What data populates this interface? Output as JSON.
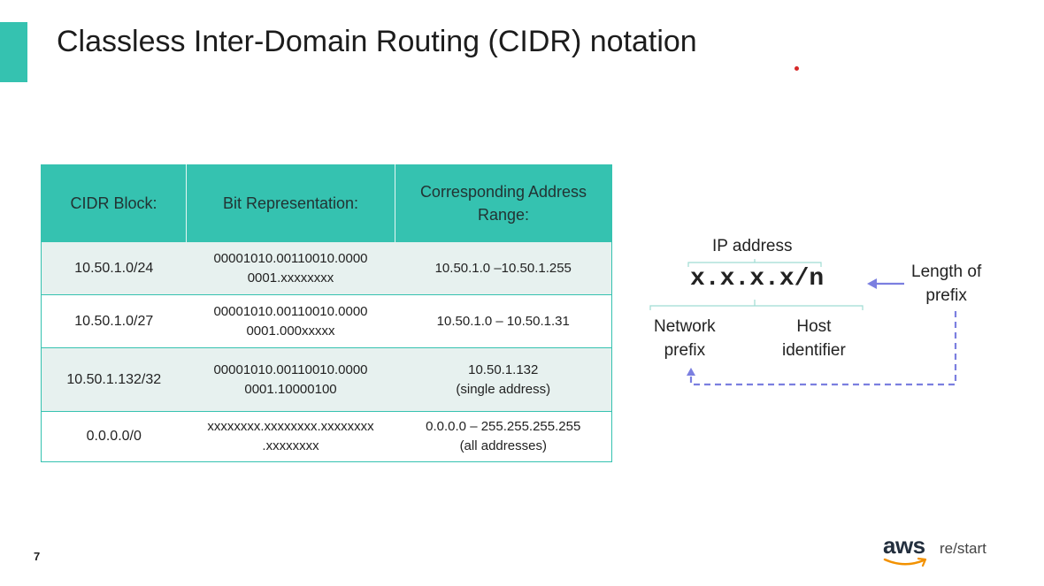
{
  "slide": {
    "title": "Classless Inter-Domain Routing (CIDR) notation",
    "page_number": "7",
    "accent_color": "#35c2b0"
  },
  "table": {
    "headers": [
      "CIDR Block:",
      "Bit Representation:",
      "Corresponding Address Range:"
    ],
    "rows": [
      {
        "cidr": "10.50.1.0/24",
        "bits_line1": "00001010.00110010.0000",
        "bits_line2": "0001.xxxxxxxx",
        "range_line1": "10.50.1.0 –10.50.1.255",
        "range_line2": ""
      },
      {
        "cidr": "10.50.1.0/27",
        "bits_line1": "00001010.00110010.0000",
        "bits_line2": "0001.000xxxxx",
        "range_line1": "10.50.1.0 – 10.50.1.31",
        "range_line2": ""
      },
      {
        "cidr": "10.50.1.132/32",
        "bits_line1": "00001010.00110010.0000",
        "bits_line2": "0001.10000100",
        "range_line1": "10.50.1.132",
        "range_line2": "(single address)"
      },
      {
        "cidr": "0.0.0.0/0",
        "bits_line1": "xxxxxxxx.xxxxxxxx.xxxxxxxx",
        "bits_line2": ".xxxxxxxx",
        "range_line1": "0.0.0.0 – 255.255.255.255",
        "range_line2": "(all addresses)"
      }
    ]
  },
  "diagram": {
    "ip_label": "IP address",
    "notation": "x.x.x.x/n",
    "length_label_1": "Length of",
    "length_label_2": "prefix",
    "network_label_1": "Network",
    "network_label_2": "prefix",
    "host_label_1": "Host",
    "host_label_2": "identifier",
    "arrow_color": "#7b7fe0"
  },
  "logo": {
    "brand": "aws",
    "product": "re/start",
    "smile_color": "#f29100"
  }
}
